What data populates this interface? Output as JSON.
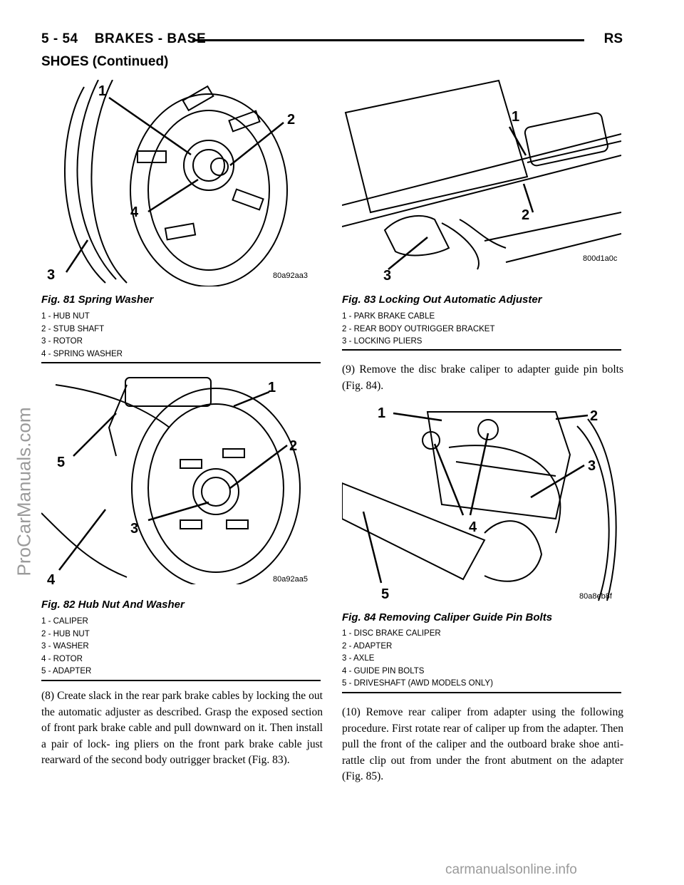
{
  "header": {
    "page": "5 - 54",
    "title": "BRAKES - BASE",
    "model": "RS"
  },
  "section": "SHOES (Continued)",
  "watermark": "ProCarManuals.com",
  "footer": "carmanualsonline.info",
  "figures": {
    "fig81": {
      "title": "Fig. 81 Spring Washer",
      "code": "80a92aa3",
      "callouts": [
        "1",
        "2",
        "3",
        "4"
      ],
      "legend": [
        "1 - HUB NUT",
        "2 - STUB SHAFT",
        "3 - ROTOR",
        "4 - SPRING WASHER"
      ]
    },
    "fig82": {
      "title": "Fig. 82 Hub Nut And Washer",
      "code": "80a92aa5",
      "callouts": [
        "1",
        "2",
        "3",
        "4",
        "5"
      ],
      "legend": [
        "1 - CALIPER",
        "2 - HUB NUT",
        "3 - WASHER",
        "4 - ROTOR",
        "5 - ADAPTER"
      ]
    },
    "fig83": {
      "title": "Fig. 83 Locking Out Automatic Adjuster",
      "code": "800d1a0c",
      "callouts": [
        "1",
        "2",
        "3"
      ],
      "legend": [
        "1 - PARK BRAKE CABLE",
        "2 - REAR BODY OUTRIGGER BRACKET",
        "3 - LOCKING PLIERS"
      ]
    },
    "fig84": {
      "title": "Fig. 84 Removing Caliper Guide Pin Bolts",
      "code": "80a8eb8f",
      "callouts": [
        "1",
        "2",
        "3",
        "4",
        "5"
      ],
      "legend": [
        "1 - DISC BRAKE CALIPER",
        "2 - ADAPTER",
        "3 - AXLE",
        "4 - GUIDE PIN BOLTS",
        "5 - DRIVESHAFT (AWD MODELS ONLY)"
      ]
    }
  },
  "paragraphs": {
    "p8": "(8) Create slack in the rear park brake cables by locking the out the automatic adjuster as described. Grasp the exposed section of front park brake cable and pull downward on it. Then install a pair of lock- ing pliers on the front park brake cable just rearward of the second body outrigger bracket (Fig. 83).",
    "p9": "(9) Remove the disc brake caliper to adapter guide pin bolts (Fig. 84).",
    "p10": "(10) Remove rear caliper from adapter using the following procedure. First rotate rear of caliper up from the adapter. Then pull the front of the caliper and the outboard brake shoe anti-rattle clip out from under the front abutment on the adapter (Fig. 85)."
  }
}
